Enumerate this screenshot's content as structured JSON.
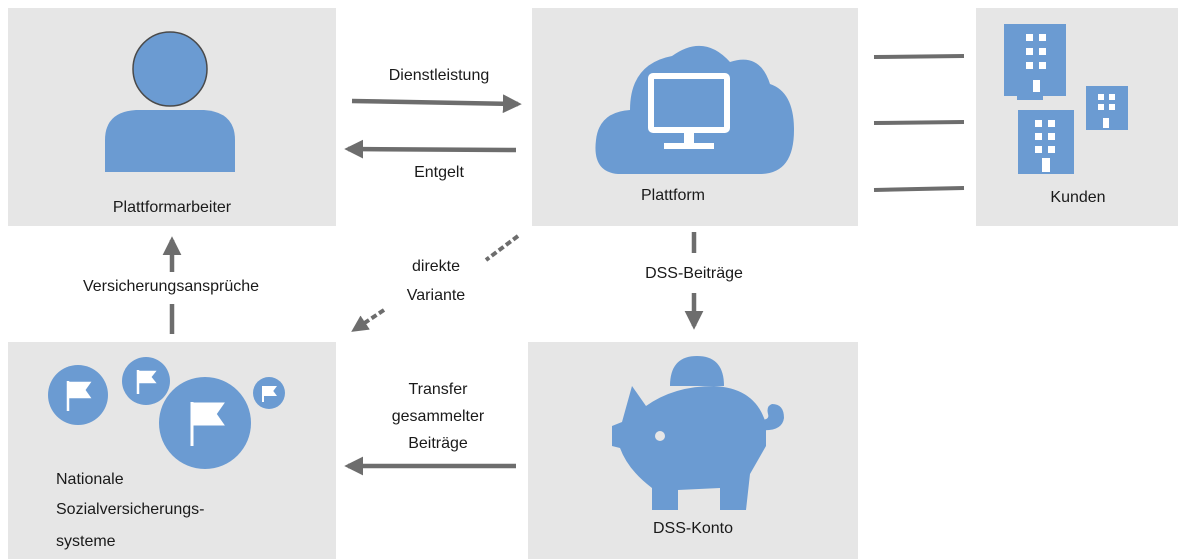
{
  "nodes": {
    "worker": {
      "label": "Plattformarbeiter"
    },
    "platform": {
      "label": "Plattform"
    },
    "customers": {
      "label": "Kunden"
    },
    "social_systems": {
      "label_lines": [
        "Nationale",
        "Sozialversicherungs-",
        "systeme"
      ]
    },
    "dss_account": {
      "label": "DSS-Konto"
    }
  },
  "edges": {
    "service": {
      "label": "Dienstleistung"
    },
    "payment": {
      "label": "Entgelt"
    },
    "dss_contributions": {
      "label": "DSS-Beiträge"
    },
    "insurance_claims": {
      "label": "Versicherungsansprüche"
    },
    "direct_variant": {
      "label_lines": [
        "direkte",
        "Variante"
      ]
    },
    "transfer": {
      "label_lines": [
        "Transfer",
        "gesammelter",
        "Beiträge"
      ]
    }
  },
  "colors": {
    "box_bg": "#e6e6e6",
    "icon_blue": "#6b9bd2",
    "arrow_gray": "#6d6d6d",
    "text": "#1a1a1a"
  },
  "icons": {
    "worker": "person-icon",
    "platform": "cloud-monitor-icon",
    "customers": "buildings-icon",
    "social_systems": "flag-bubbles-icon",
    "dss_account": "piggy-bank-icon"
  }
}
